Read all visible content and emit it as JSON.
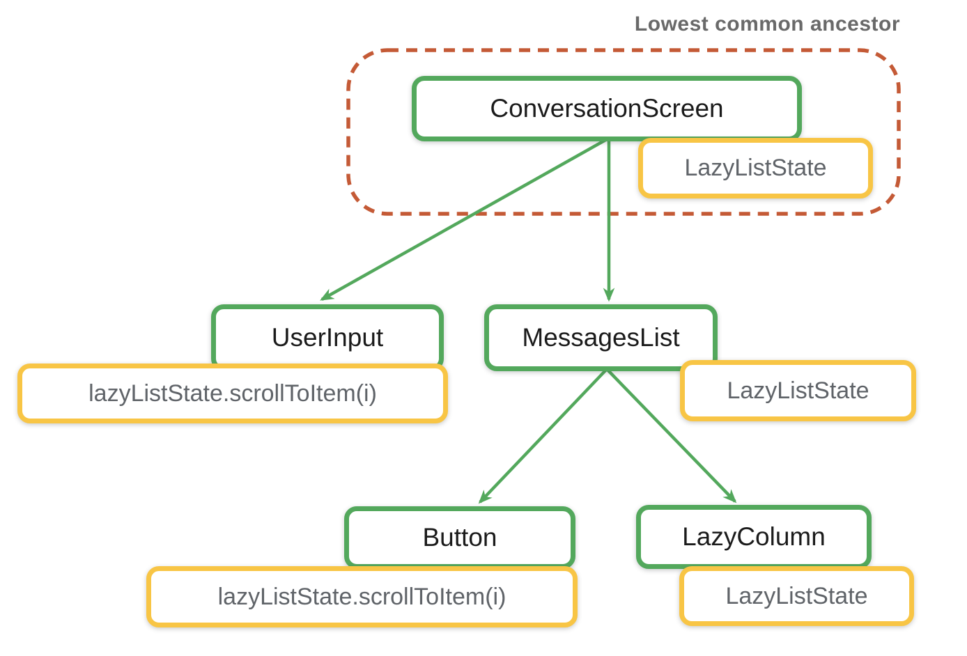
{
  "diagram": {
    "annotation": "Lowest common ancestor",
    "nodes": {
      "conversation_screen": {
        "label": "ConversationScreen",
        "badge": "LazyListState"
      },
      "user_input": {
        "label": "UserInput",
        "badge": "lazyListState.scrollToItem(i)"
      },
      "messages_list": {
        "label": "MessagesList",
        "badge": "LazyListState"
      },
      "button": {
        "label": "Button",
        "badge": "lazyListState.scrollToItem(i)"
      },
      "lazy_column": {
        "label": "LazyColumn",
        "badge": "LazyListState"
      }
    },
    "edges": [
      {
        "from": "conversation_screen",
        "to": "user_input"
      },
      {
        "from": "conversation_screen",
        "to": "messages_list"
      },
      {
        "from": "messages_list",
        "to": "button"
      },
      {
        "from": "messages_list",
        "to": "lazy_column"
      }
    ]
  },
  "colors": {
    "green": "#53A85C",
    "yellow": "#F8C545",
    "terracotta": "#C45A36",
    "node-text": "#1b1b1b",
    "badge-text": "#5F6368",
    "annotation-text": "#696969"
  }
}
